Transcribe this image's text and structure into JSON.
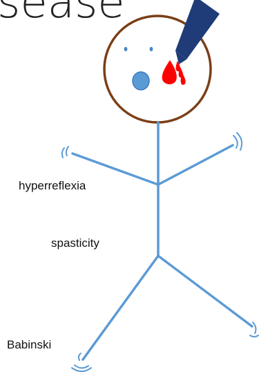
{
  "heading_fragment": "sease",
  "labels": {
    "hyperreflexia": "hyperreflexia",
    "spasticity": "spasticity",
    "babinski": "Babinski"
  },
  "colors": {
    "head_outline": "#7a3f17",
    "body_lines": "#5b9bd5",
    "reflex_marks": "#5b9bd5",
    "eyes": "#4a86c8",
    "mouth": "#5b9bd5",
    "blood": "#ff0000",
    "needle": "#1f3c78"
  },
  "icons": {
    "needle": "needle-icon",
    "blood": "blood-drops-icon"
  }
}
